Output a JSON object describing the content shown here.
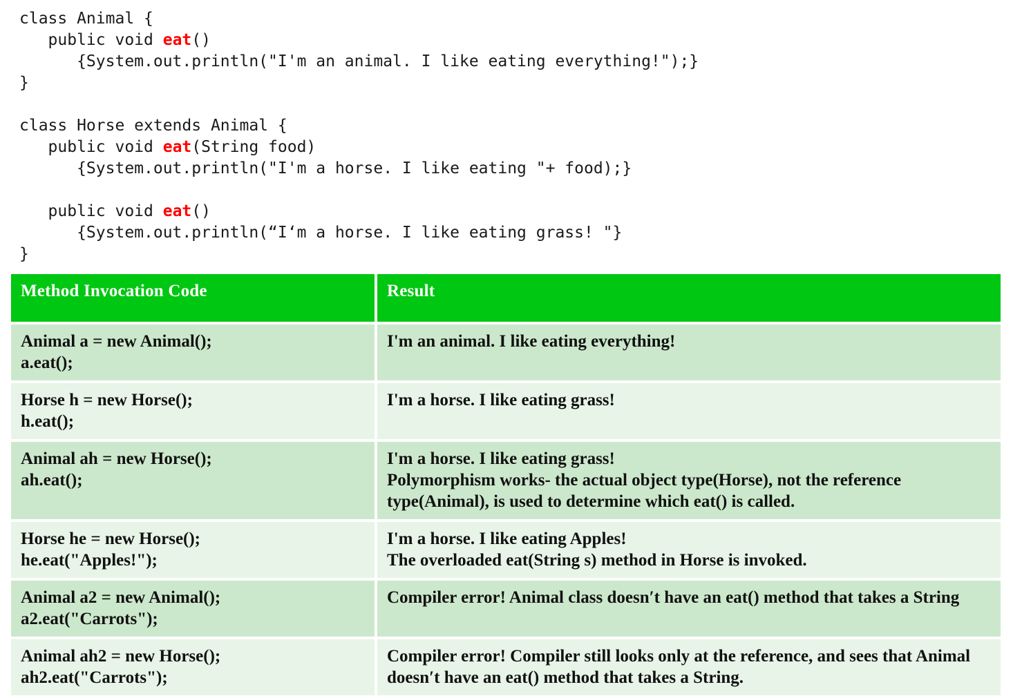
{
  "code_block": {
    "lines": [
      {
        "segments": [
          {
            "text": "class Animal {",
            "style": "plain"
          }
        ]
      },
      {
        "segments": [
          {
            "text": "   public void ",
            "style": "plain"
          },
          {
            "text": "eat",
            "style": "keyword"
          },
          {
            "text": "()",
            "style": "plain"
          }
        ]
      },
      {
        "segments": [
          {
            "text": "      {System.out.println(\"I'm an animal. I like eating everything!\");}",
            "style": "plain"
          }
        ]
      },
      {
        "segments": [
          {
            "text": "}",
            "style": "plain"
          }
        ]
      },
      {
        "segments": [
          {
            "text": " ",
            "style": "spacer"
          }
        ]
      },
      {
        "segments": [
          {
            "text": "class Horse extends Animal {",
            "style": "plain"
          }
        ]
      },
      {
        "segments": [
          {
            "text": "   public void ",
            "style": "plain"
          },
          {
            "text": "eat",
            "style": "keyword"
          },
          {
            "text": "(String food)",
            "style": "plain"
          }
        ]
      },
      {
        "segments": [
          {
            "text": "      {System.out.println(\"I'm a horse. I like eating \"+ food);}",
            "style": "plain"
          }
        ]
      },
      {
        "segments": [
          {
            "text": " ",
            "style": "spacer"
          }
        ]
      },
      {
        "segments": [
          {
            "text": "   public void ",
            "style": "plain"
          },
          {
            "text": "eat",
            "style": "keyword"
          },
          {
            "text": "()",
            "style": "plain"
          }
        ]
      },
      {
        "segments": [
          {
            "text": "      {System.out.println(“I‘m a horse. I like eating grass! \"}",
            "style": "plain"
          }
        ]
      },
      {
        "segments": [
          {
            "text": "}",
            "style": "plain"
          }
        ]
      }
    ],
    "keyword_color": "#ff0000",
    "text_color": "#1a1a1a"
  },
  "table": {
    "header_bg": "#00c711",
    "header_text_color": "#ffffff",
    "row_dark_bg": "#cce8cc",
    "row_light_bg": "#e7f4e7",
    "columns": [
      {
        "label": "Method Invocation Code"
      },
      {
        "label": "Result"
      }
    ],
    "rows": [
      {
        "shade": "dark",
        "code": [
          "Animal a = new Animal();",
          "a.eat();"
        ],
        "result": [
          "I'm an animal. I like eating everything!"
        ]
      },
      {
        "shade": "light",
        "code": [
          "Horse h = new Horse();",
          "h.eat();"
        ],
        "result": [
          "I'm a horse. I like eating grass!"
        ]
      },
      {
        "shade": "dark",
        "code": [
          "Animal ah = new Horse();",
          "ah.eat();"
        ],
        "result": [
          "I'm a horse. I like eating grass!",
          "Polymorphism works- the actual object type(Horse), not the reference type(Animal), is used to determine which eat() is called."
        ]
      },
      {
        "shade": "light",
        "code": [
          "Horse he = new Horse();",
          "he.eat(\"Apples!\");"
        ],
        "result": [
          "I'm a horse. I like eating Apples!",
          "The overloaded eat(String s) method in Horse is invoked."
        ]
      },
      {
        "shade": "dark",
        "code": [
          "Animal a2 = new Animal();",
          "a2.eat(\"Carrots\");"
        ],
        "result": [
          "Compiler error! Animal class doesn′t have an eat() method that takes a String"
        ]
      },
      {
        "shade": "light",
        "code": [
          "Animal ah2 = new Horse();",
          "ah2.eat(\"Carrots\");"
        ],
        "result": [
          "Compiler error! Compiler still looks only at the reference, and sees that Animal doesn′t have an eat() method that takes a String."
        ]
      }
    ]
  }
}
